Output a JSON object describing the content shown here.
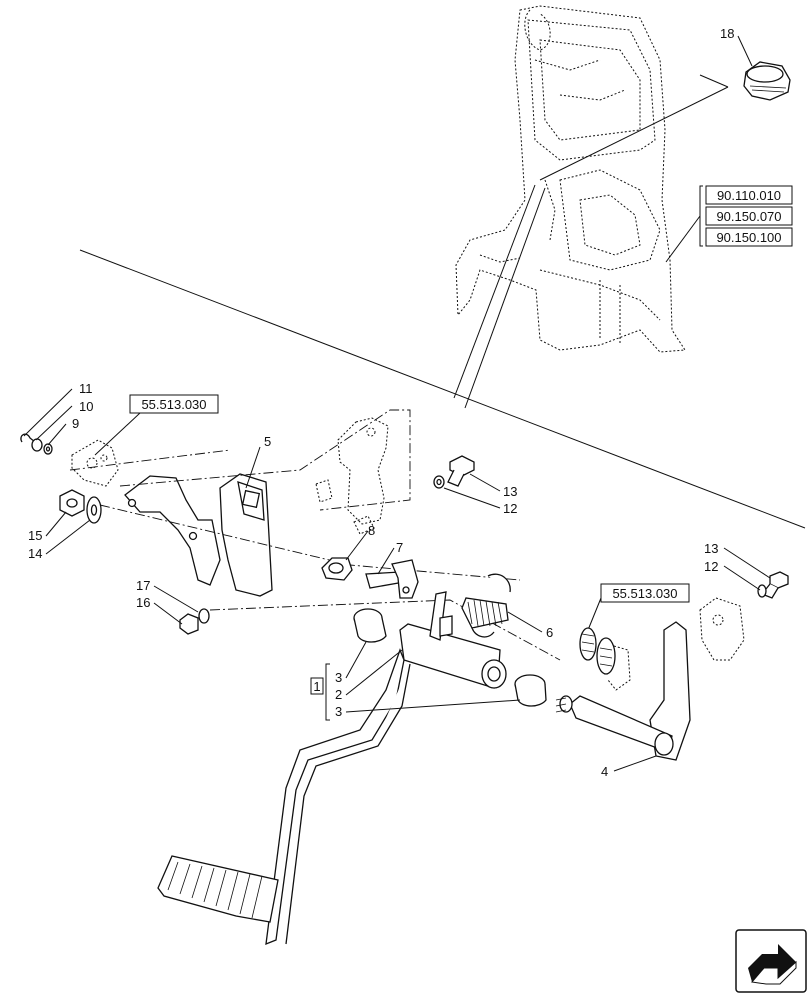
{
  "diagram": {
    "callouts": [
      {
        "id": "c11",
        "text": "11"
      },
      {
        "id": "c10",
        "text": "10"
      },
      {
        "id": "c9",
        "text": "9"
      },
      {
        "id": "c5",
        "text": "5"
      },
      {
        "id": "c15",
        "text": "15"
      },
      {
        "id": "c14",
        "text": "14"
      },
      {
        "id": "c13a",
        "text": "13"
      },
      {
        "id": "c12a",
        "text": "12"
      },
      {
        "id": "c8",
        "text": "8"
      },
      {
        "id": "c7",
        "text": "7"
      },
      {
        "id": "c17",
        "text": "17"
      },
      {
        "id": "c16",
        "text": "16"
      },
      {
        "id": "c6",
        "text": "6"
      },
      {
        "id": "c13b",
        "text": "13"
      },
      {
        "id": "c12b",
        "text": "12"
      },
      {
        "id": "c3a",
        "text": "3"
      },
      {
        "id": "c2",
        "text": "2"
      },
      {
        "id": "c3b",
        "text": "3"
      },
      {
        "id": "c1",
        "text": "1"
      },
      {
        "id": "c4",
        "text": "4"
      },
      {
        "id": "c18",
        "text": "18"
      }
    ],
    "references": [
      {
        "id": "r1",
        "text": "55.513.030"
      },
      {
        "id": "r2",
        "text": "55.513.030"
      },
      {
        "id": "r3",
        "text": "90.110.010"
      },
      {
        "id": "r4",
        "text": "90.150.070"
      },
      {
        "id": "r5",
        "text": "90.150.100"
      }
    ],
    "nav_icon": "next-page-arrow-icon"
  }
}
